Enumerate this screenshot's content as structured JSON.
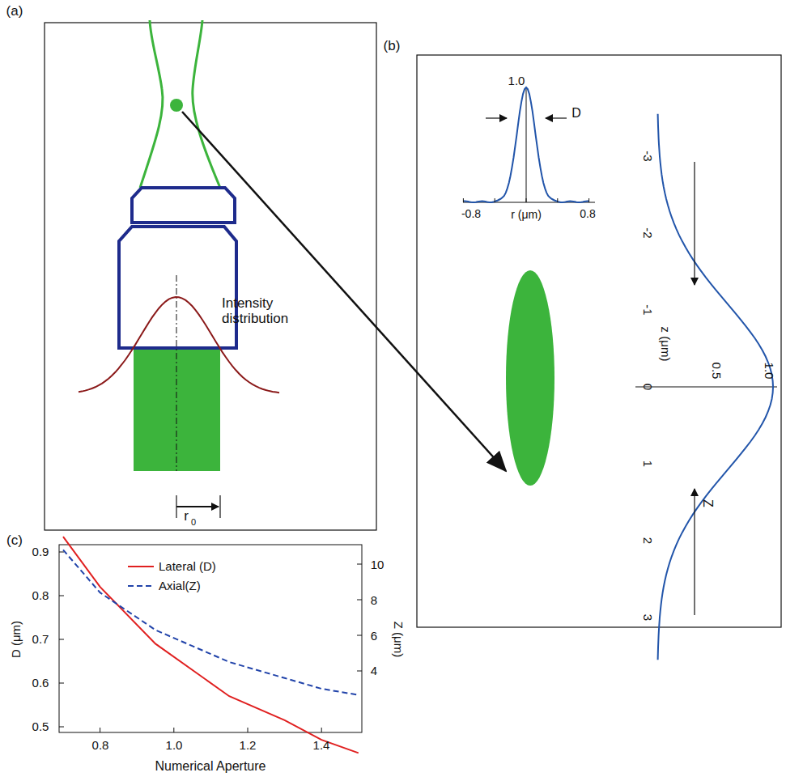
{
  "diagram": {
    "labels": [
      "(a)",
      "Intensity distribution",
      "r",
      "0",
      "(b)",
      "1.0",
      "D",
      "-0.8",
      "r (μm)",
      "0.8",
      "-3",
      "-2",
      "-1",
      "0",
      "1",
      "2",
      "3",
      "0.5",
      "1.0",
      "z (μm)",
      "Z",
      "(c)",
      "0.9",
      "0.8",
      "0.7",
      "0.6",
      "0.5",
      "D (μm)",
      "10",
      "8",
      "6",
      "4",
      "Z (μm)",
      "0.8",
      "1.0",
      "1.2",
      "1.4",
      "Numerical Aperture"
    ],
    "legend": [
      {
        "text": "Lateral (D)"
      },
      {
        "text": "Axial(Z)"
      }
    ]
  }
}
